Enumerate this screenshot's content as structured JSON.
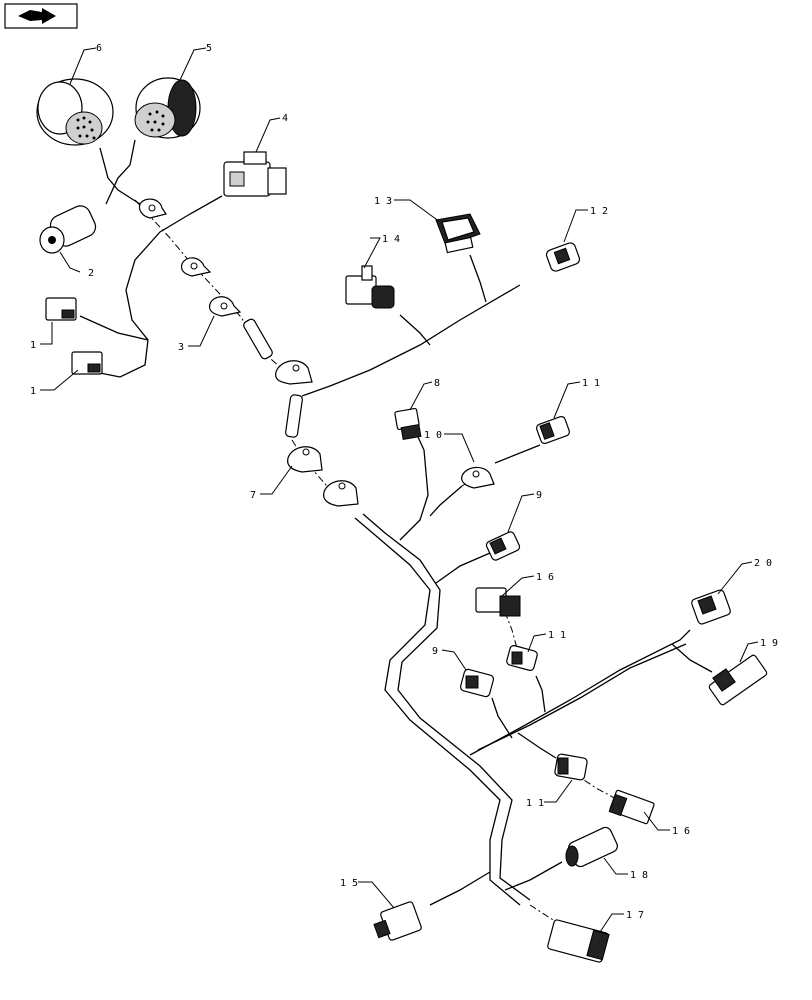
{
  "icon": "next-page-arrow-icon",
  "callouts": [
    {
      "id": "c6a",
      "text": "6"
    },
    {
      "id": "c5",
      "text": "5"
    },
    {
      "id": "c4",
      "text": "4"
    },
    {
      "id": "c2",
      "text": "2"
    },
    {
      "id": "c1a",
      "text": "1"
    },
    {
      "id": "c1b",
      "text": "1"
    },
    {
      "id": "c3",
      "text": "3"
    },
    {
      "id": "c13",
      "text": "1 3"
    },
    {
      "id": "c12",
      "text": "1 2"
    },
    {
      "id": "c14",
      "text": "1 4"
    },
    {
      "id": "c8",
      "text": "8"
    },
    {
      "id": "c10",
      "text": "1 0"
    },
    {
      "id": "c11a",
      "text": "1 1"
    },
    {
      "id": "c7",
      "text": "7"
    },
    {
      "id": "c9a",
      "text": "9"
    },
    {
      "id": "c16a",
      "text": "1 6"
    },
    {
      "id": "c20",
      "text": "2 0"
    },
    {
      "id": "c11b",
      "text": "1 1"
    },
    {
      "id": "c9b",
      "text": "9"
    },
    {
      "id": "c19",
      "text": "1 9"
    },
    {
      "id": "c11c",
      "text": "1 1"
    },
    {
      "id": "c16b",
      "text": "1 6"
    },
    {
      "id": "c15",
      "text": "1 5"
    },
    {
      "id": "c18",
      "text": "1 8"
    },
    {
      "id": "c17",
      "text": "1 7"
    }
  ]
}
